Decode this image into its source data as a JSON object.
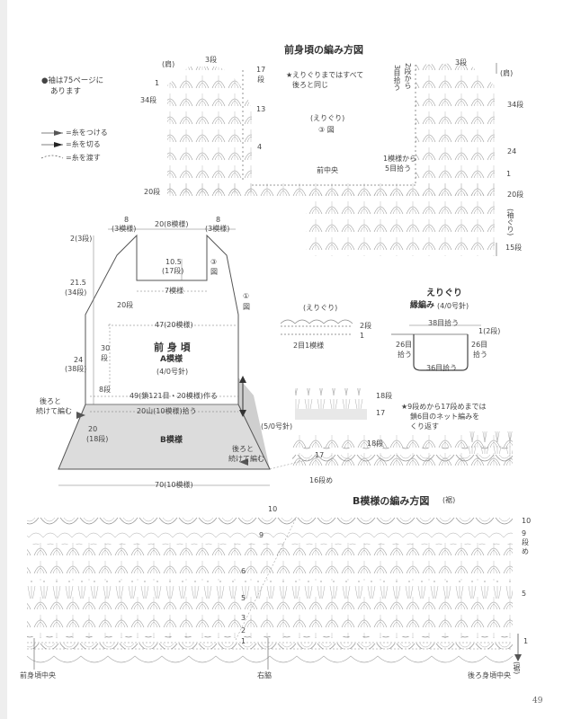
{
  "page_number": "49",
  "note_sleeve": [
    "●袖は75ページに",
    "あります"
  ],
  "legend": {
    "attach": "=糸をつける",
    "cut": "=糸を切る",
    "pass": "=糸を渡す"
  },
  "top": {
    "title": "前身頃の編み方図",
    "note": [
      "★えりぐりまではすべて",
      "後ろと同じ"
    ],
    "shoulder_left": "(肩)",
    "shoulder_right": "(肩)",
    "neckline": "(えりぐり)",
    "neckline_fig": "③ 図",
    "center_front": "前中央",
    "label_3dan": "3段",
    "label_17": "17",
    "label_dan": "段",
    "label_13": "13",
    "label_4": "4",
    "label_1": "1",
    "label_34dan": "34段",
    "label_20dan": "20段",
    "label_24": "24",
    "label_15dan": "15段",
    "label_sodegui": "(袖ぐり)",
    "label_2dan_kara": "2段から",
    "label_3me_hirou": "3目拾う",
    "label_1moyou_kara": "1模様から",
    "label_5me_hirou": "5目拾う"
  },
  "schem": {
    "w8_a": "8",
    "w8_a_sub": "(3模様)",
    "w20": "20(8模様)",
    "w8_b": "8",
    "w8_b_sub": "(3模様)",
    "h2": "2(3段)",
    "h21_5": "21.5",
    "h21_5_sub": "(34段)",
    "h24": "24",
    "h24_sub": "(38段)",
    "neck_h": "10.5",
    "neck_h_sub": "(17段)",
    "fig3": "③",
    "fig3_b": "図",
    "fig1": "①",
    "fig1_b": "図",
    "neck_w": "7模様",
    "d20dan": "20段",
    "w47": "47(20模様)",
    "d30": "30",
    "d30_b": "段",
    "name": "前 身 頃",
    "a_pattern": "A模様",
    "hook_4": "(4/0号針)",
    "d8dan": "8段",
    "w49": "49(鎖121目・20模様)作る",
    "w20mountain": "20山(10模様)拾う",
    "back_cont_l": "後ろと",
    "back_cont_l2": "続けて編む",
    "h20": "20",
    "h20_sub": "(18段)",
    "b_pattern": "B模様",
    "hook_5": "(5/0号針)",
    "back_cont_r": "後ろと",
    "back_cont_r2": "続けて編む",
    "w70": "70(10模様)"
  },
  "edging": {
    "neck_label": "(えりぐり)",
    "row2": "2段",
    "row1": "1",
    "row_21": "2目1模様",
    "title": "えりぐり",
    "subtitle": "縁編み",
    "hook": "(4/0号針)",
    "pick38": "38目拾う",
    "pick26_l": "26目",
    "pick26_l2": "拾う",
    "pick26_r": "26目",
    "pick26_r2": "拾う",
    "pick36": "36目拾う",
    "rows": "1(2段)",
    "row18": "18段",
    "row17": "17",
    "note": [
      "★9段めから17段めまでは",
      "鎖6目のネット編みを",
      "くり返す"
    ],
    "row18b": "18段",
    "row17b": "17",
    "row16": "16段め"
  },
  "bottom": {
    "title": "B模様の編み方図",
    "title_sub": "(裾)",
    "r10": "10",
    "r9": "9",
    "r9dan": "段",
    "r9me": "め",
    "r5": "5",
    "r1": "1",
    "r_suso": "(裾)",
    "center_front": "前身頃中央",
    "side": "右脇",
    "center_back": "後ろ身頃中央",
    "label_10": "10",
    "label_9": "9",
    "label_6": "6",
    "label_5": "5",
    "label_3": "3",
    "label_2": "2",
    "label_1": "1"
  },
  "colors": {
    "ink": "#444444",
    "shade": "#d8d8d8",
    "grid": "#8a8a8a"
  }
}
